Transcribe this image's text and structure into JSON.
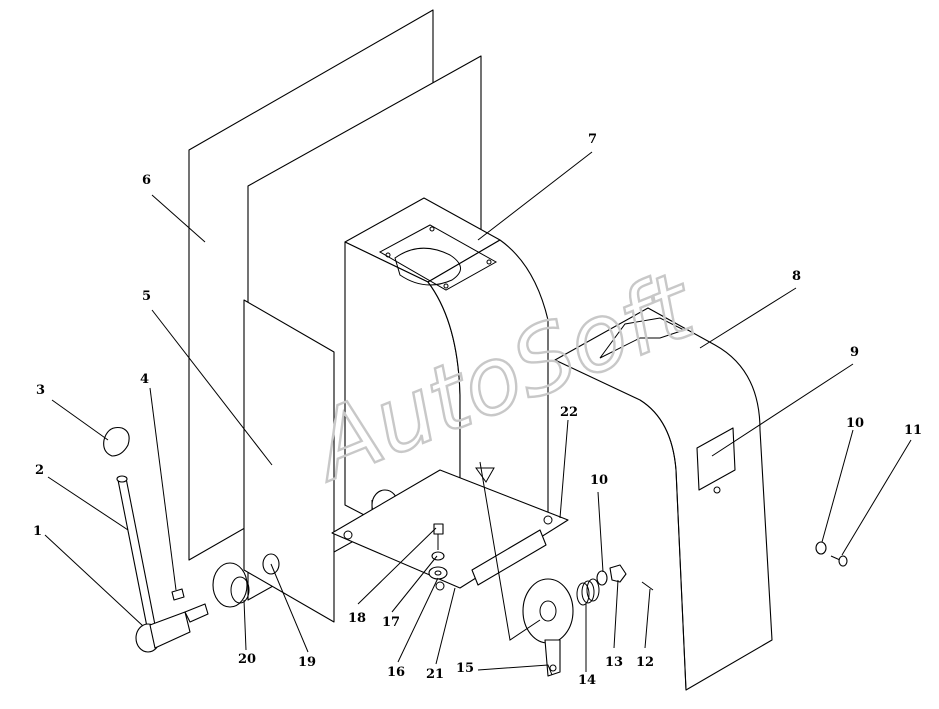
{
  "diagram": {
    "watermark": "AutoSoft",
    "parts": [
      {
        "id": "1",
        "label": "1"
      },
      {
        "id": "2",
        "label": "2"
      },
      {
        "id": "3",
        "label": "3"
      },
      {
        "id": "4",
        "label": "4"
      },
      {
        "id": "5",
        "label": "5"
      },
      {
        "id": "6",
        "label": "6"
      },
      {
        "id": "7",
        "label": "7"
      },
      {
        "id": "8",
        "label": "8"
      },
      {
        "id": "9",
        "label": "9"
      },
      {
        "id": "10a",
        "label": "10"
      },
      {
        "id": "10b",
        "label": "10"
      },
      {
        "id": "11",
        "label": "11"
      },
      {
        "id": "12",
        "label": "12"
      },
      {
        "id": "13",
        "label": "13"
      },
      {
        "id": "14",
        "label": "14"
      },
      {
        "id": "15",
        "label": "15"
      },
      {
        "id": "16",
        "label": "16"
      },
      {
        "id": "17",
        "label": "17"
      },
      {
        "id": "18",
        "label": "18"
      },
      {
        "id": "19",
        "label": "19"
      },
      {
        "id": "20",
        "label": "20"
      },
      {
        "id": "21",
        "label": "21"
      },
      {
        "id": "22",
        "label": "22"
      }
    ]
  }
}
